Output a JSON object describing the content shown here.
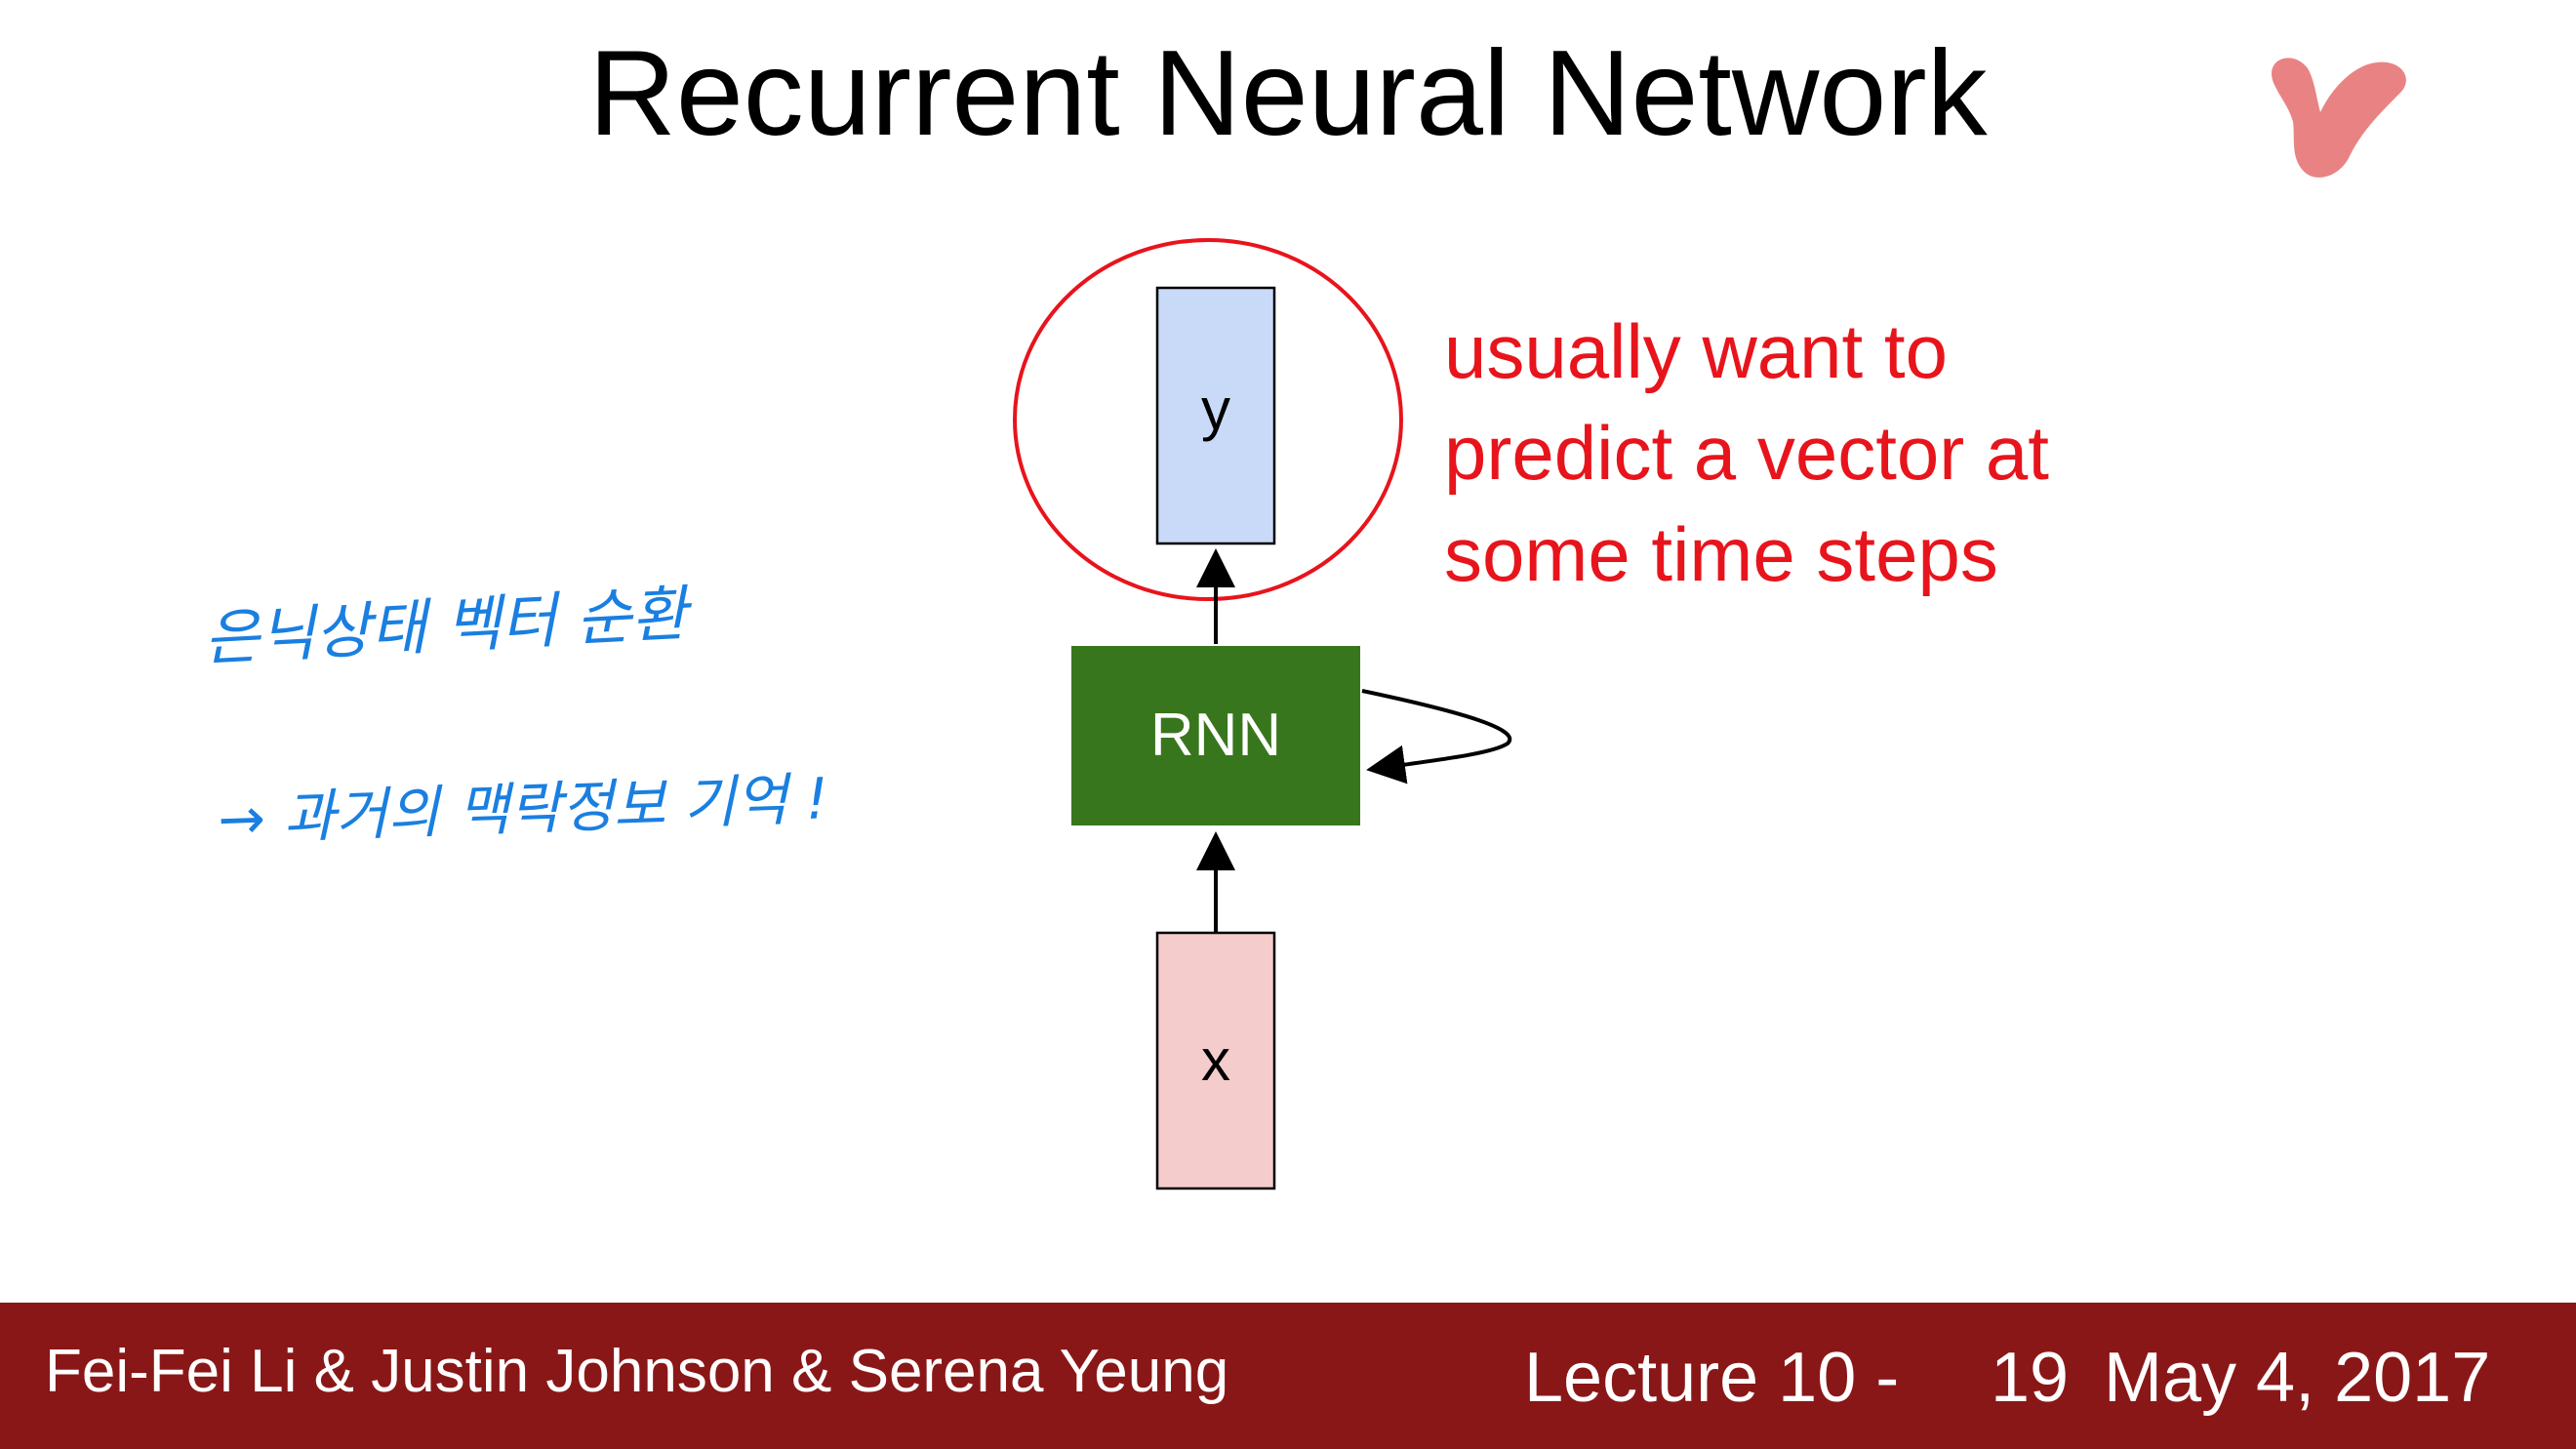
{
  "slide": {
    "title": "Recurrent Neural Network"
  },
  "diagram": {
    "output_label": "y",
    "rnn_label": "RNN",
    "input_label": "x"
  },
  "annotation": {
    "text": "usually want to\npredict a vector at\nsome time steps"
  },
  "handwriting": {
    "line1": "은닉상태 벡터 순환",
    "line2": "→ 과거의 맥락정보 기억 !"
  },
  "footer": {
    "authors": "Fei-Fei Li & Justin Johnson & Serena Yeung",
    "lecture": "Lecture 10 -",
    "page": "19",
    "date": "May 4, 2017"
  },
  "colors": {
    "footer_bar": "#8a1717",
    "rnn_box": "#38761d",
    "output_box": "#c9daf8",
    "input_box": "#f4cccc",
    "annotation_red": "#e8141c",
    "handwriting_blue": "#1a7fe0",
    "logo_pink": "#e98383"
  }
}
